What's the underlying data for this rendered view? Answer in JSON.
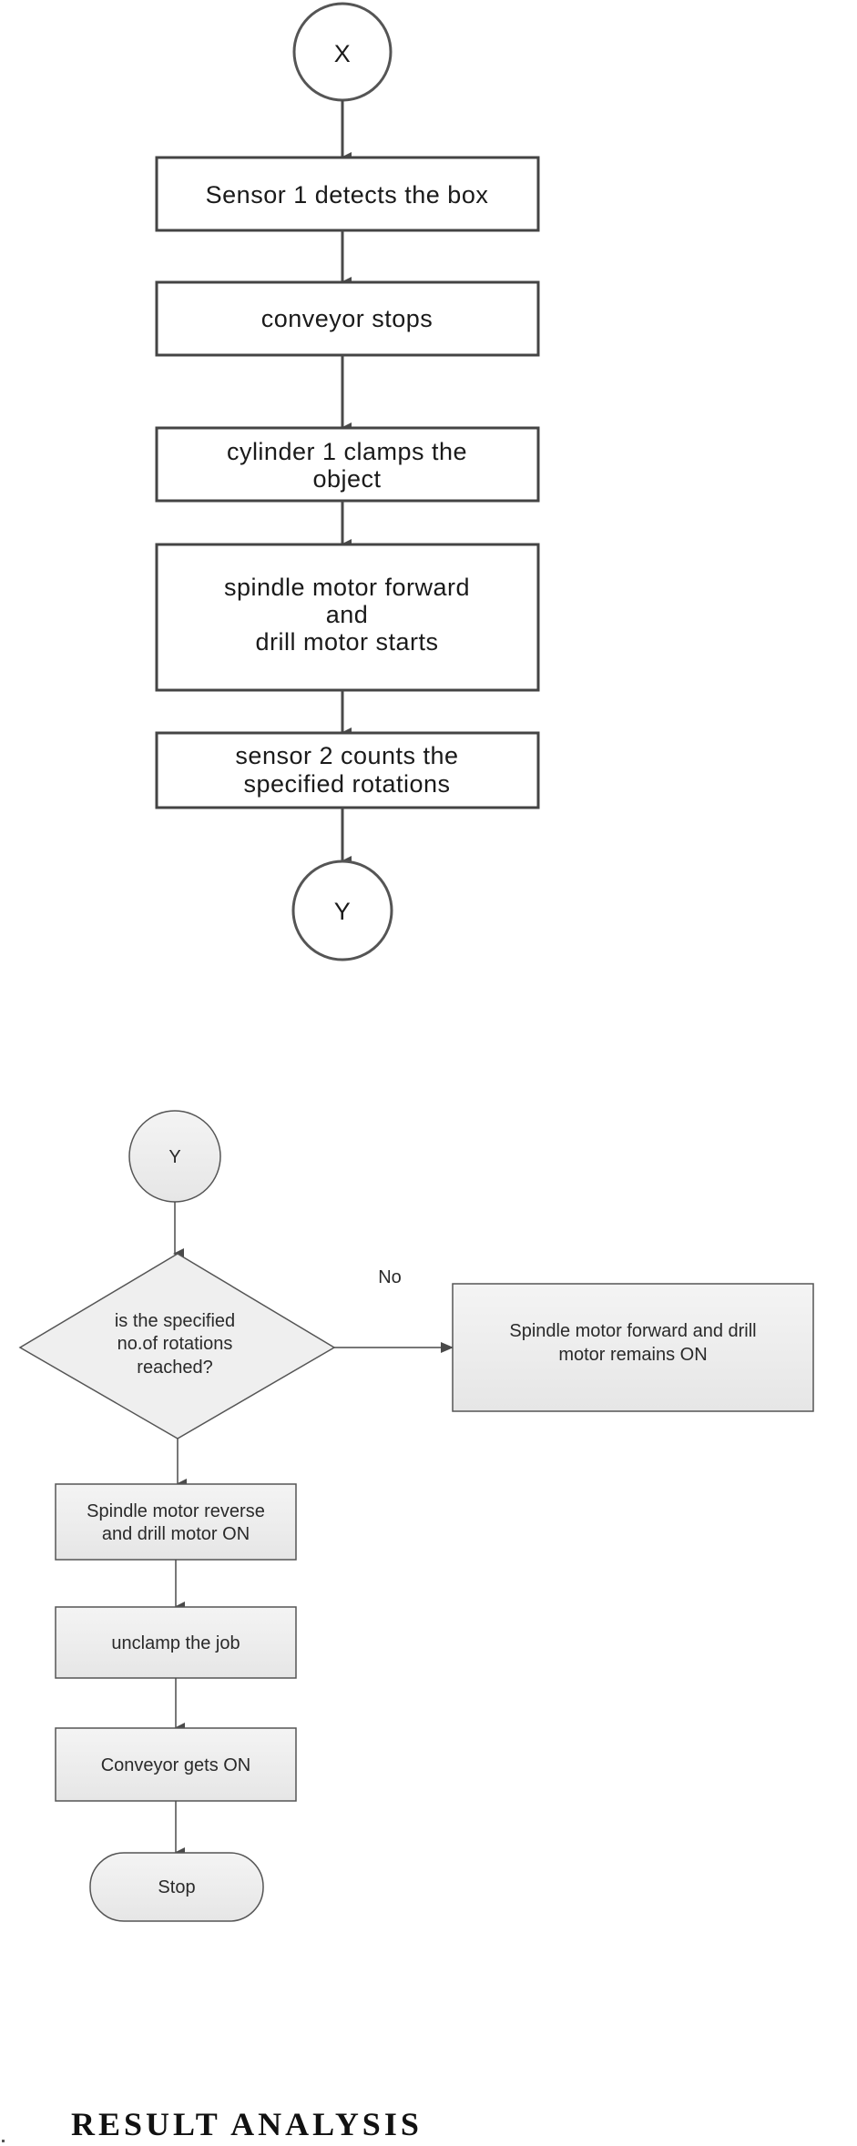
{
  "flowchart_top": {
    "start_connector": "X",
    "steps": [
      {
        "lines": [
          "Sensor 1 detects the box"
        ]
      },
      {
        "lines": [
          "conveyor stops"
        ]
      },
      {
        "lines": [
          "cylinder 1 clamps the",
          "object"
        ]
      },
      {
        "lines": [
          "spindle motor forward",
          "and",
          "drill motor starts"
        ]
      },
      {
        "lines": [
          "sensor 2 counts the",
          "specified rotations"
        ]
      }
    ],
    "end_connector": "Y"
  },
  "flowchart_bottom": {
    "start_connector": "Y",
    "decision": {
      "lines": [
        "is the specified",
        "no.of rotations",
        "reached?"
      ]
    },
    "no_label": "No",
    "no_branch": {
      "lines": [
        "Spindle motor forward and drill",
        "motor remains ON"
      ]
    },
    "steps": [
      {
        "lines": [
          "Spindle motor reverse",
          "and drill motor ON"
        ]
      },
      {
        "lines": [
          "unclamp the job"
        ]
      },
      {
        "lines": [
          "Conveyor gets ON"
        ]
      }
    ],
    "terminal": "Stop"
  },
  "section_heading": "RESULT ANALYSIS",
  "colors": {
    "stroke": "#4a4a4a",
    "box_fill_bottom": "#efefef",
    "text": "#222222"
  }
}
